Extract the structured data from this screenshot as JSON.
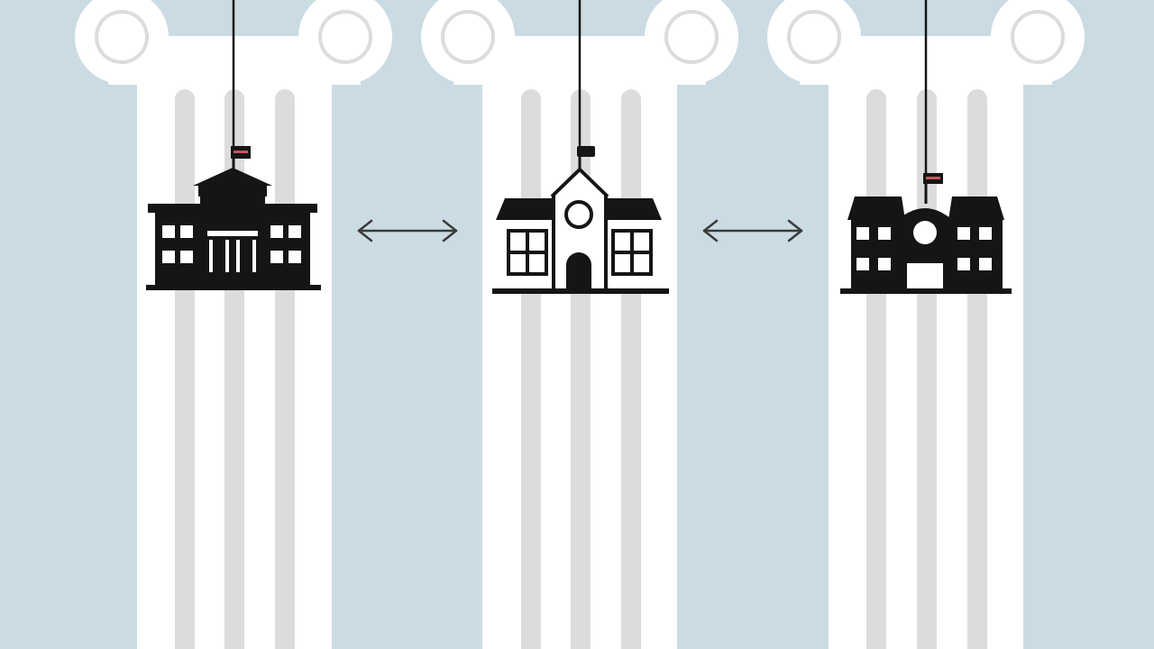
{
  "colors": {
    "background": "#cbdbe3",
    "column": "#ffffff",
    "flute": "#dcdcdc",
    "ink": "#151515",
    "flag_accent": "#c9555a",
    "arrow": "#3a3a3a"
  },
  "scene": {
    "columns": [
      {
        "id": "left",
        "building_style": "government-building-icon"
      },
      {
        "id": "center",
        "building_style": "schoolhouse-icon"
      },
      {
        "id": "right",
        "building_style": "townhall-icon"
      }
    ],
    "connectors": [
      {
        "from": "left",
        "to": "center",
        "icon": "double-arrow-icon"
      },
      {
        "from": "center",
        "to": "right",
        "icon": "double-arrow-icon"
      }
    ]
  }
}
